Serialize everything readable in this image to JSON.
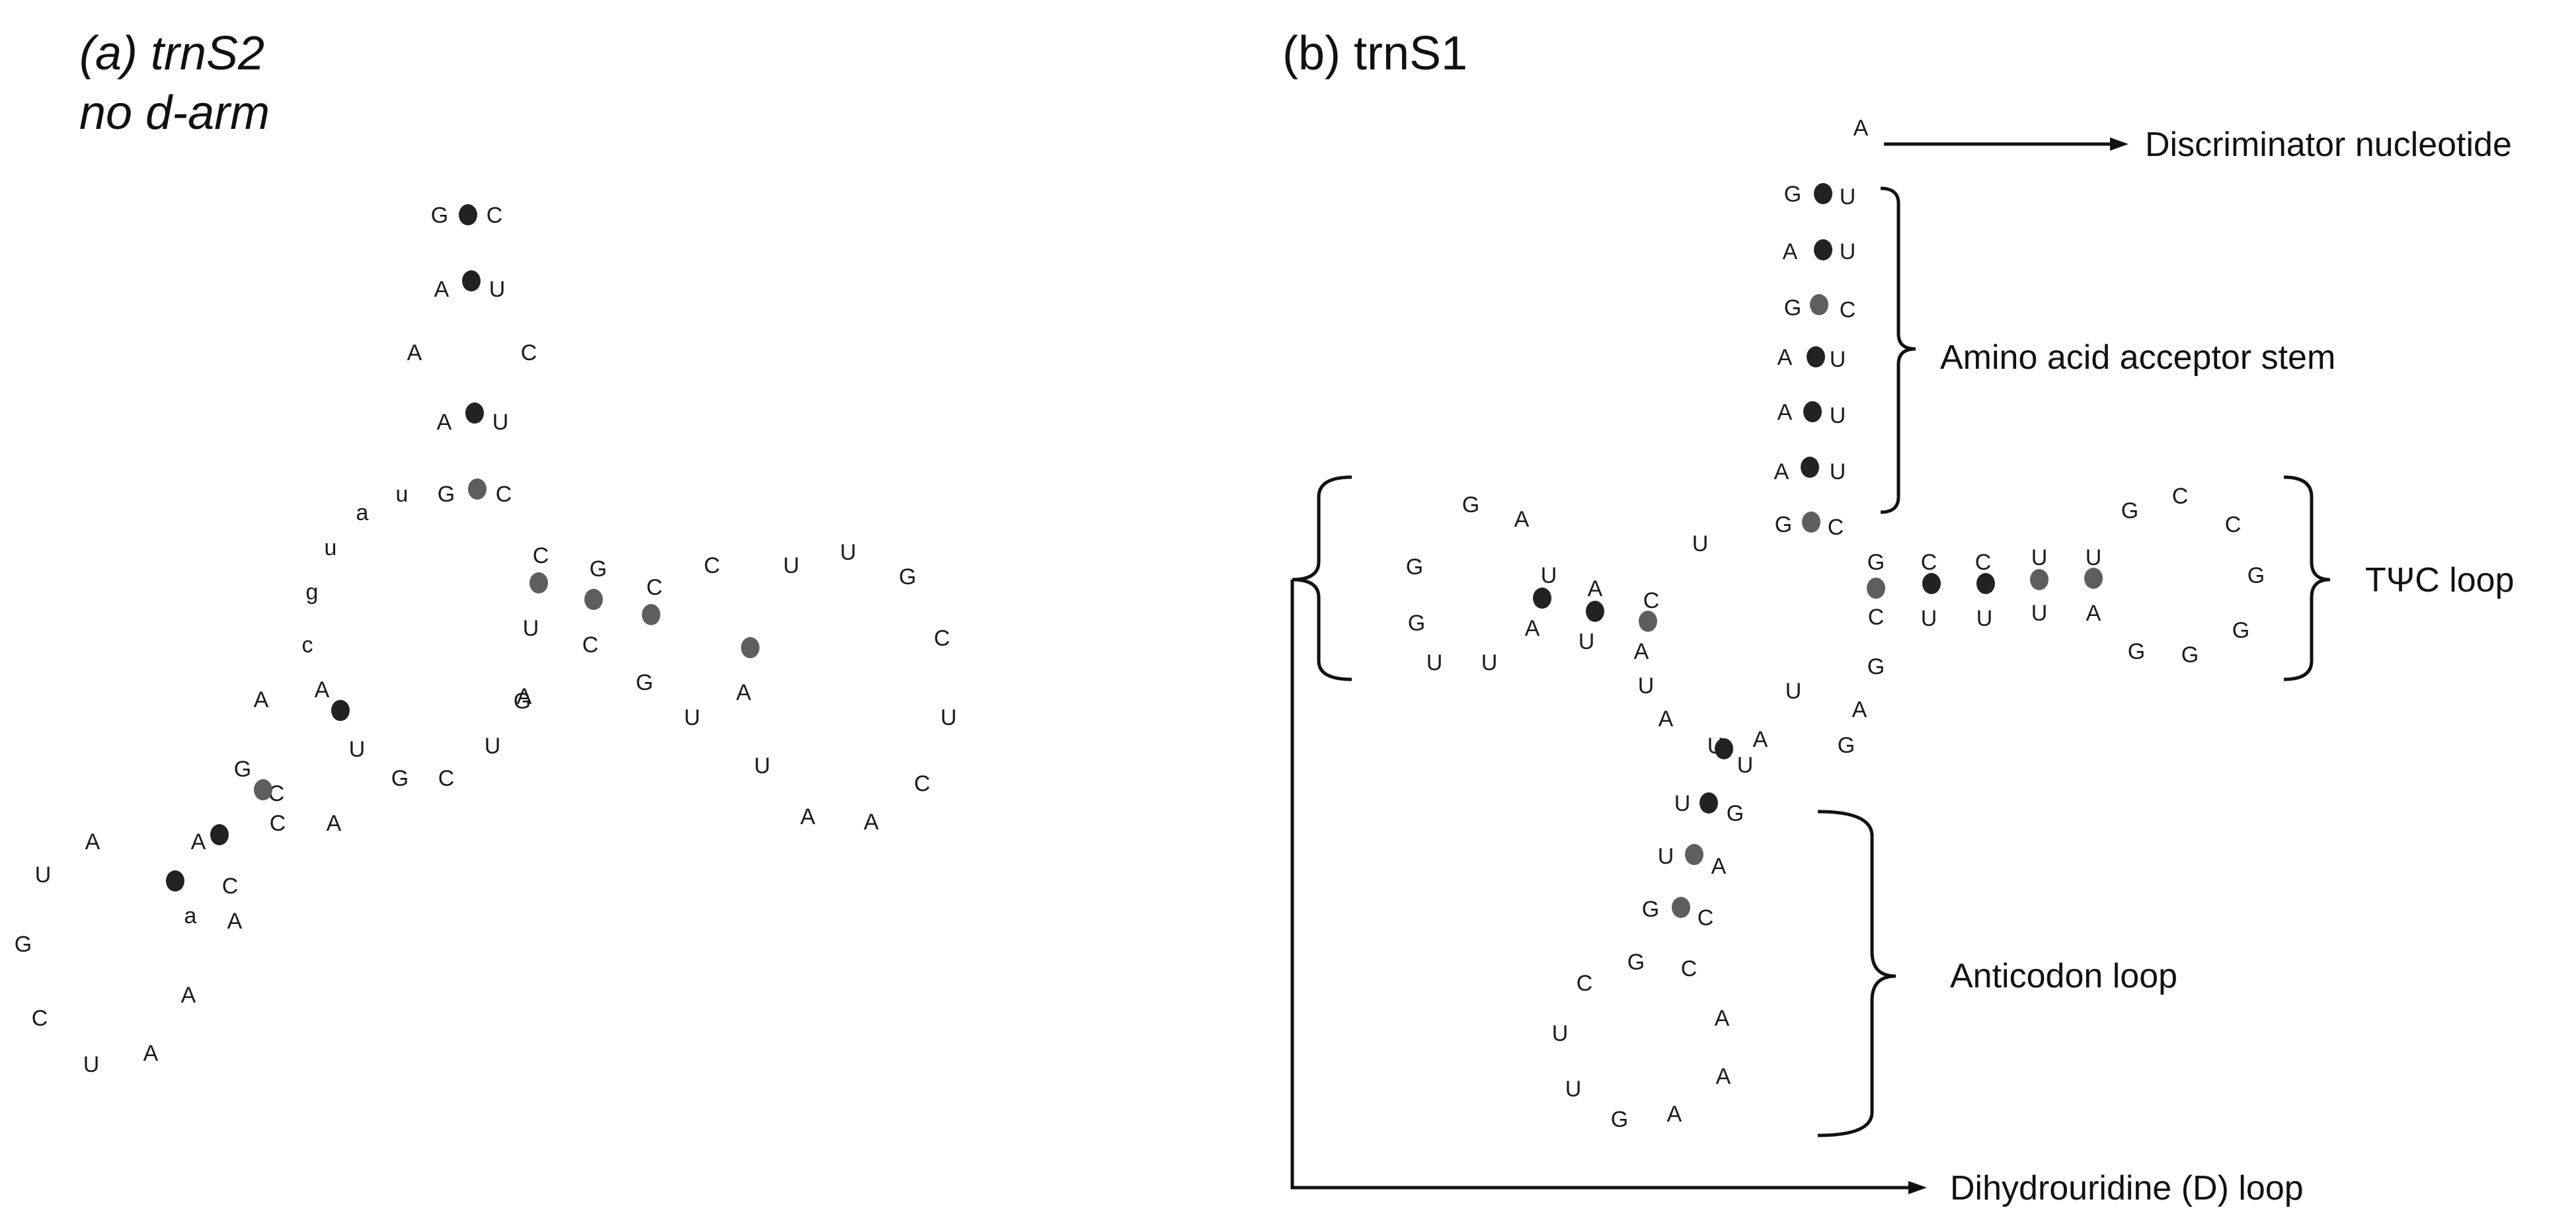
{
  "panel_a": {
    "title_line1": "(a) trnS2",
    "title_line2": "no d-arm",
    "nucleotides": [
      "G",
      "C",
      "A",
      "U",
      "A",
      "C",
      "A",
      "U",
      "u",
      "a",
      "G",
      "C",
      "u",
      "g",
      "c",
      "A",
      "A",
      "U",
      "G",
      "C",
      "U",
      "G",
      "C",
      "A",
      "G",
      "C",
      "A",
      "C",
      "A",
      "a",
      "A",
      "C",
      "G",
      "C",
      "C",
      "U",
      "U",
      "G",
      "C",
      "U",
      "C",
      "A",
      "A",
      "U",
      "A",
      "U",
      "G",
      "C",
      "U",
      "A"
    ],
    "pairs": [
      "dark",
      "dark",
      "dark",
      "grey",
      "grey",
      "grey",
      "grey",
      "grey",
      "dark",
      "grey",
      "dark",
      "dark"
    ]
  },
  "panel_b": {
    "title": "(b) trnS1",
    "labels": {
      "discriminator": "Discriminator nucleotide",
      "acceptor": "Amino acid acceptor stem",
      "tpsic": "TΨC loop",
      "anticodon": "Anticodon loop",
      "dloop": "Dihydrouridine (D) loop"
    },
    "nucleotides": [
      "A",
      "G",
      "U",
      "A",
      "U",
      "G",
      "C",
      "A",
      "U",
      "A",
      "U",
      "A",
      "U",
      "G",
      "C",
      "U",
      "G",
      "A",
      "G",
      "G",
      "U",
      "U",
      "U",
      "A",
      "A",
      "U",
      "C",
      "A",
      "G",
      "C",
      "C",
      "U",
      "U",
      "C",
      "U",
      "U",
      "U",
      "A",
      "G",
      "C",
      "C",
      "G",
      "G",
      "G",
      "G",
      "G",
      "A",
      "G",
      "A",
      "U",
      "U",
      "A",
      "U",
      "U",
      "A",
      "U",
      "G",
      "U",
      "A",
      "G",
      "C",
      "G",
      "C",
      "C",
      "U",
      "U",
      "G",
      "A",
      "A",
      "A"
    ],
    "pairs": [
      "dark",
      "dark",
      "grey",
      "dark",
      "dark",
      "dark",
      "grey",
      "dark",
      "dark",
      "grey",
      "grey",
      "dark",
      "dark",
      "grey",
      "grey",
      "dark",
      "dark",
      "grey",
      "grey"
    ]
  }
}
